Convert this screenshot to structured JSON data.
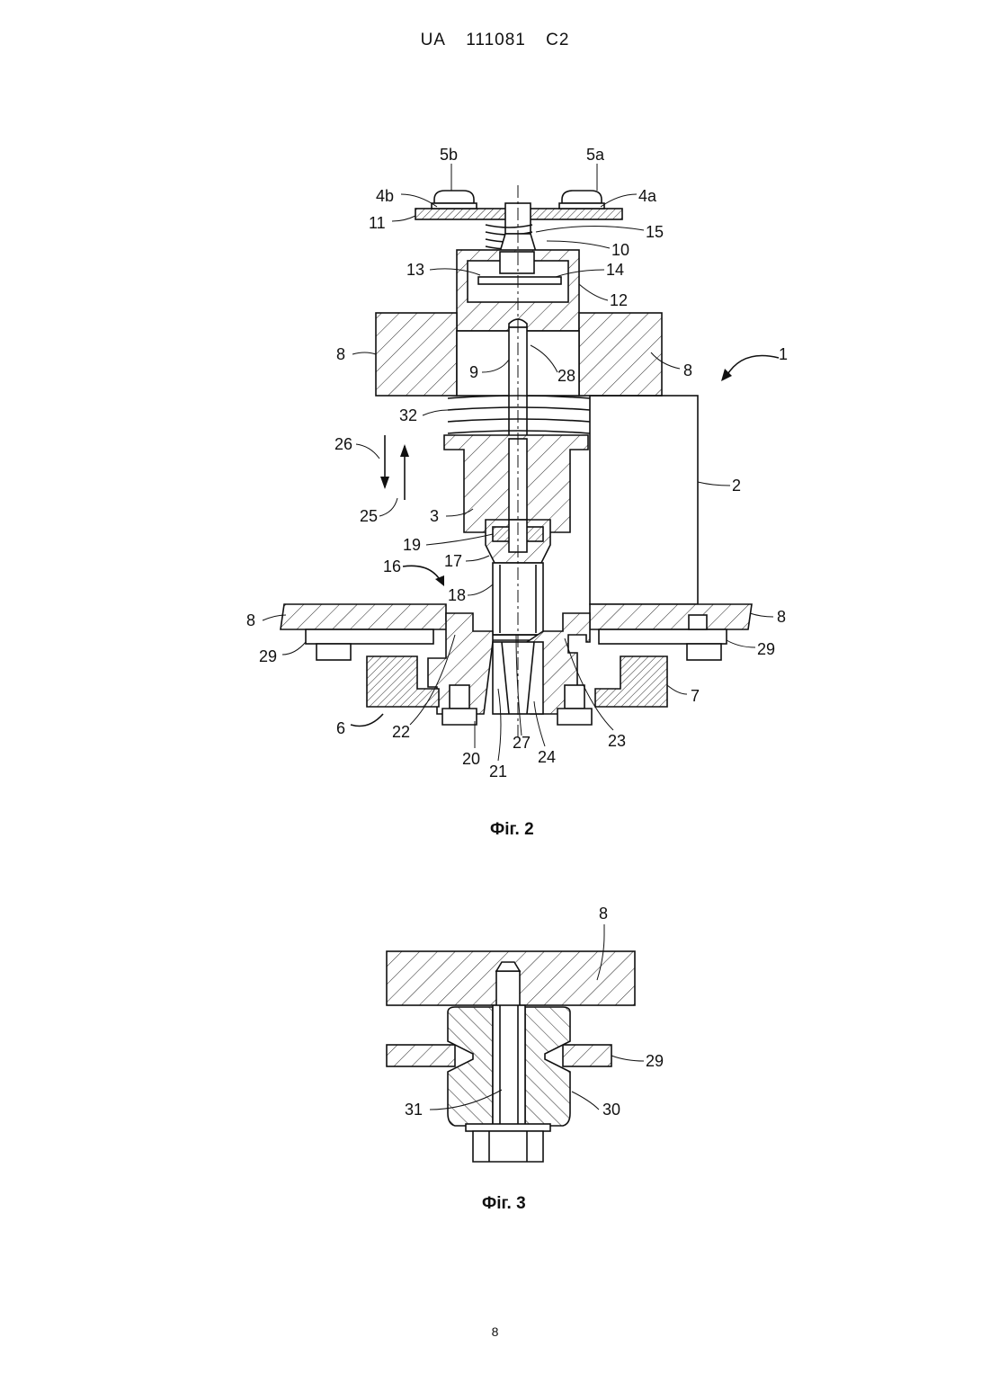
{
  "header": {
    "country": "UA",
    "number": "111081",
    "kind": "C2"
  },
  "figures": [
    {
      "caption": "Фіг. 2",
      "labels": [
        "5b",
        "5a",
        "4b",
        "4a",
        "11",
        "15",
        "10",
        "13",
        "14",
        "12",
        "8",
        "8",
        "1",
        "9",
        "28",
        "32",
        "2",
        "26",
        "25",
        "3",
        "19",
        "17",
        "16",
        "18",
        "8",
        "8",
        "29",
        "29",
        "7",
        "6",
        "22",
        "23",
        "27",
        "24",
        "20",
        "21"
      ]
    },
    {
      "caption": "Фіг. 3",
      "labels": [
        "8",
        "29",
        "31",
        "30"
      ]
    }
  ],
  "page_number": "8"
}
